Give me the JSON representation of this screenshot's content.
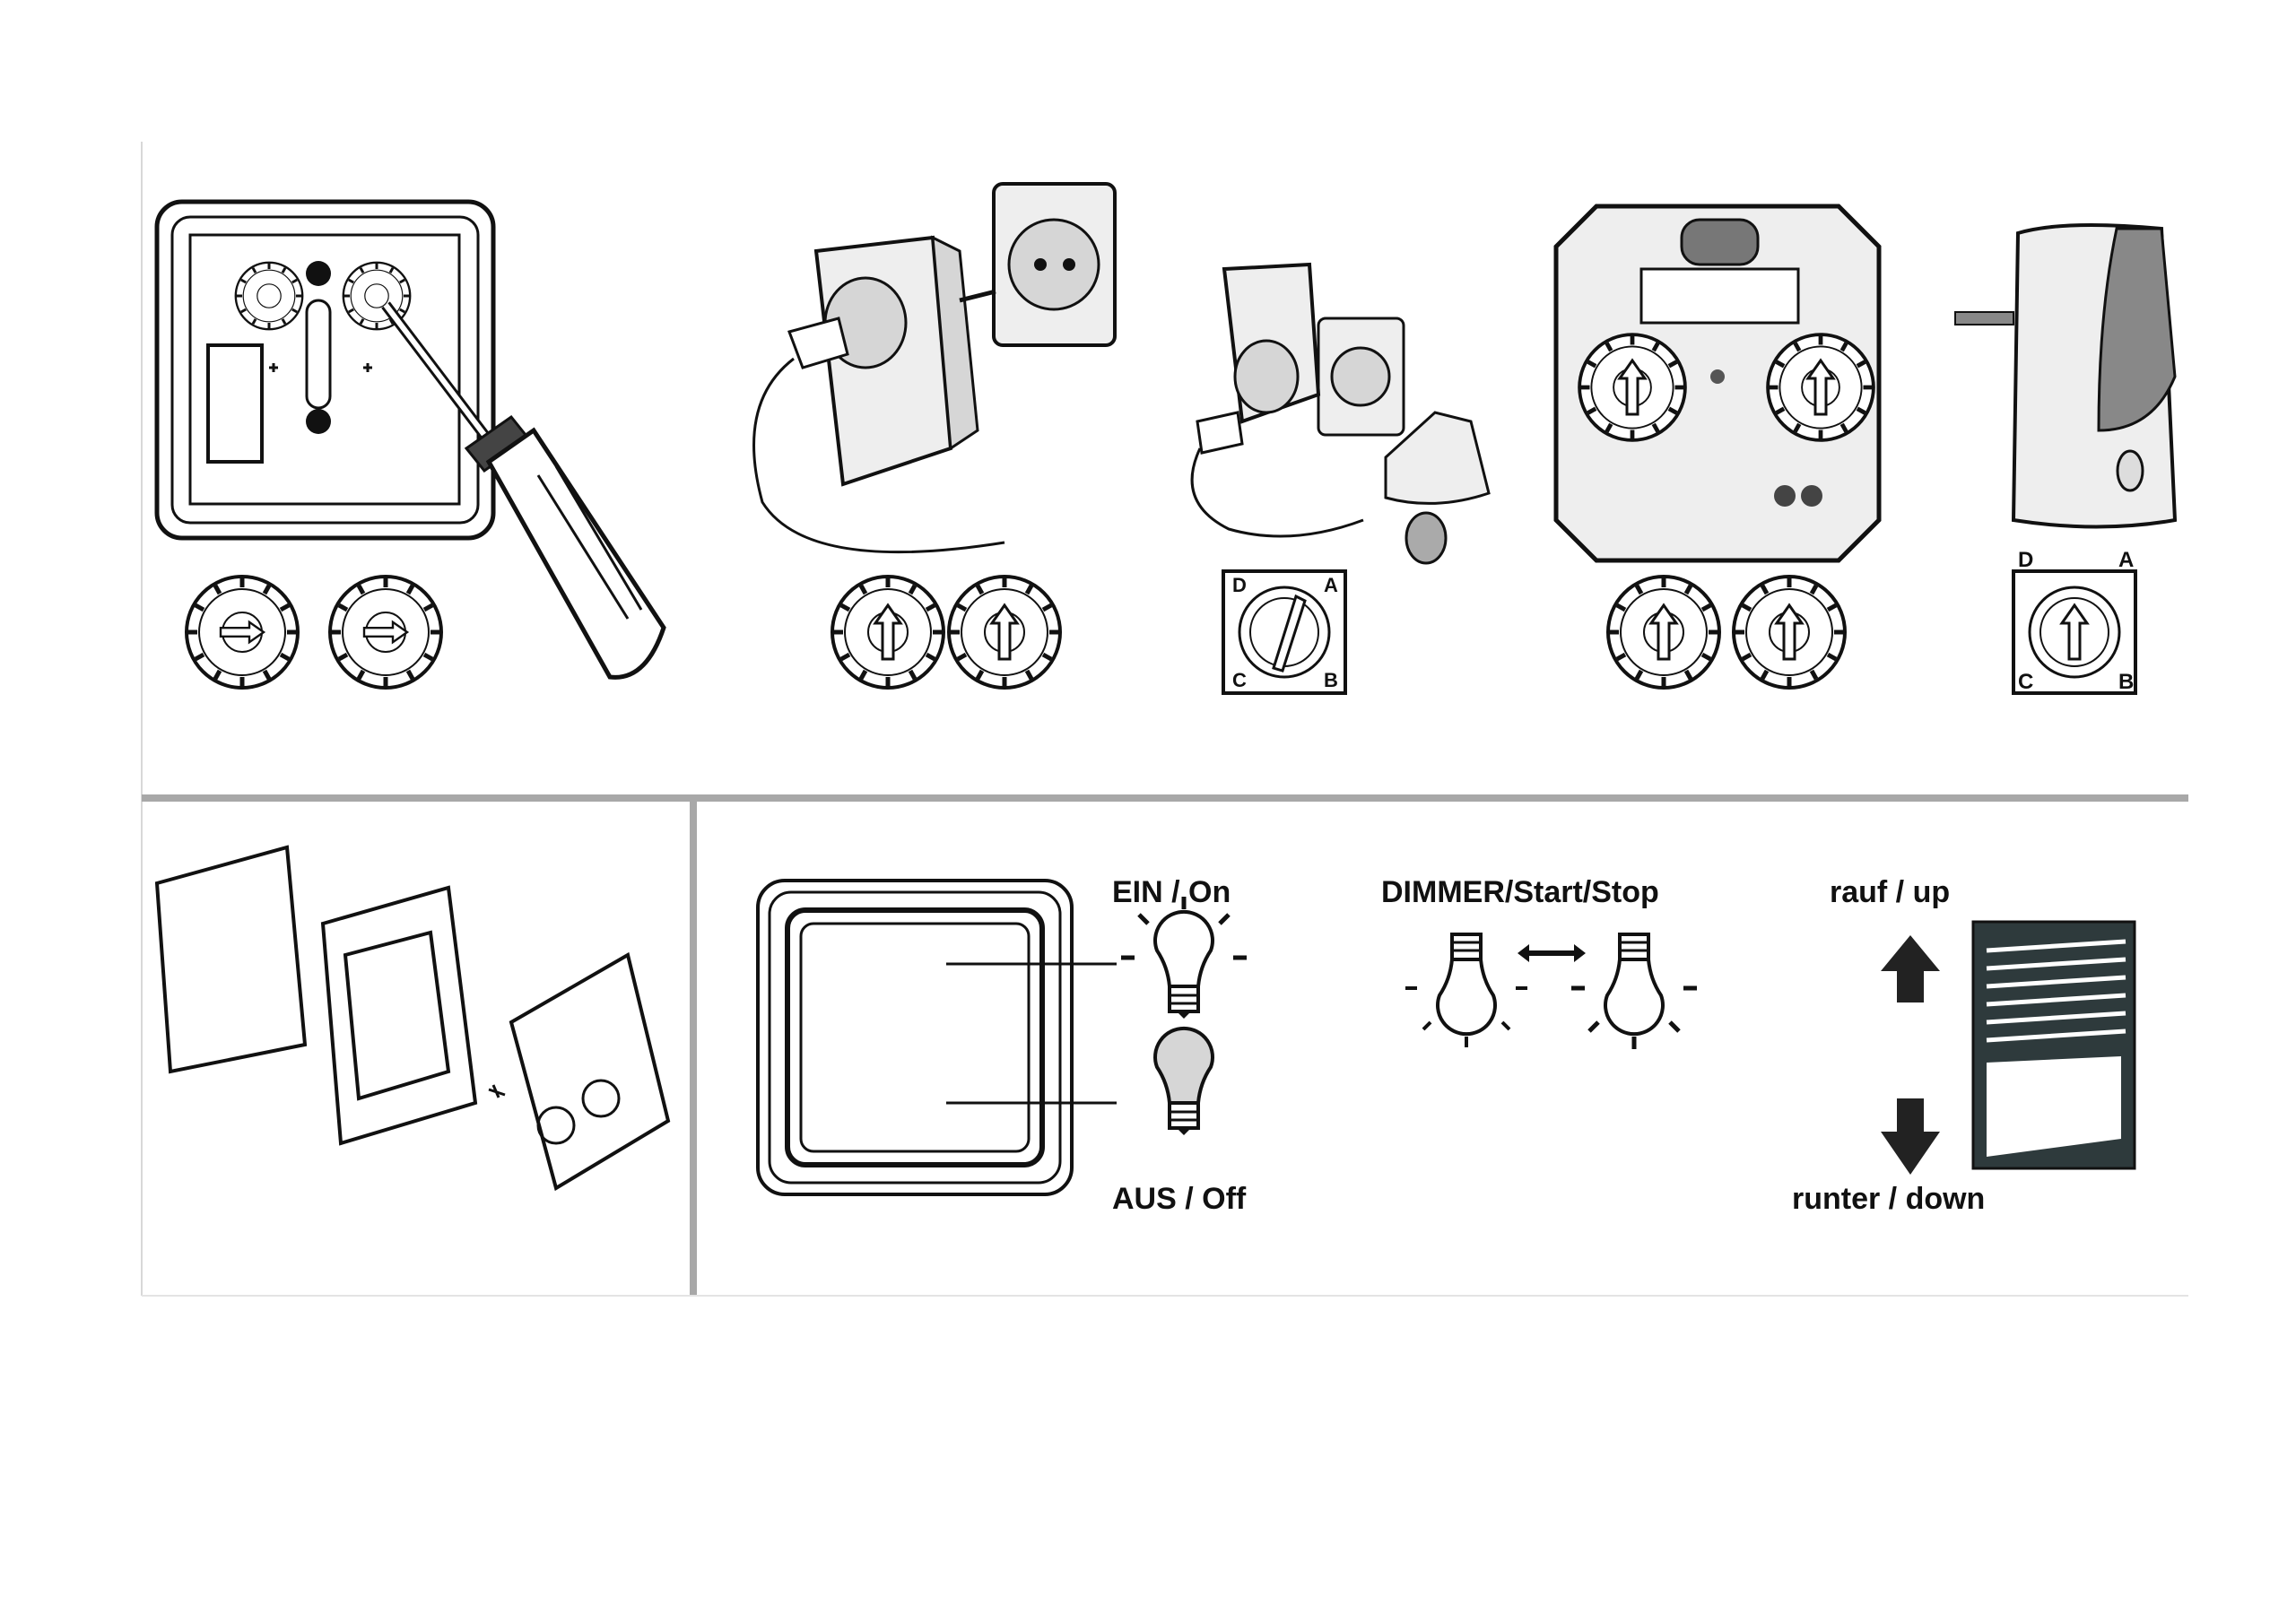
{
  "labels": {
    "ein_on": "EIN / On",
    "aus_off": "AUS / Off",
    "dimmer": "DIMMER/Start/Stop",
    "rauf_up": "rauf / up",
    "runter_down": "runter / down"
  },
  "dial_letters": {
    "corner_a": "A",
    "corner_b": "B",
    "corner_c": "C",
    "corner_d": "D"
  },
  "colors": {
    "line": "#111111",
    "divider": "#a8a8a8",
    "device_fill": "#eeeeee",
    "device_shade": "#d6d6d6",
    "dark_panel": "#2e3a3c"
  },
  "icons": [
    "wall-switch-base-icon",
    "screwdriver-icon",
    "plug-adapter-icon",
    "wall-socket-icon",
    "lamp-icon",
    "flush-receiver-icon",
    "plug-receiver-icon",
    "rotary-code-dial-icon",
    "light-bulb-on-icon",
    "light-bulb-off-icon",
    "arrow-up-icon",
    "arrow-down-icon",
    "roller-shutter-icon",
    "double-arrow-icon"
  ]
}
